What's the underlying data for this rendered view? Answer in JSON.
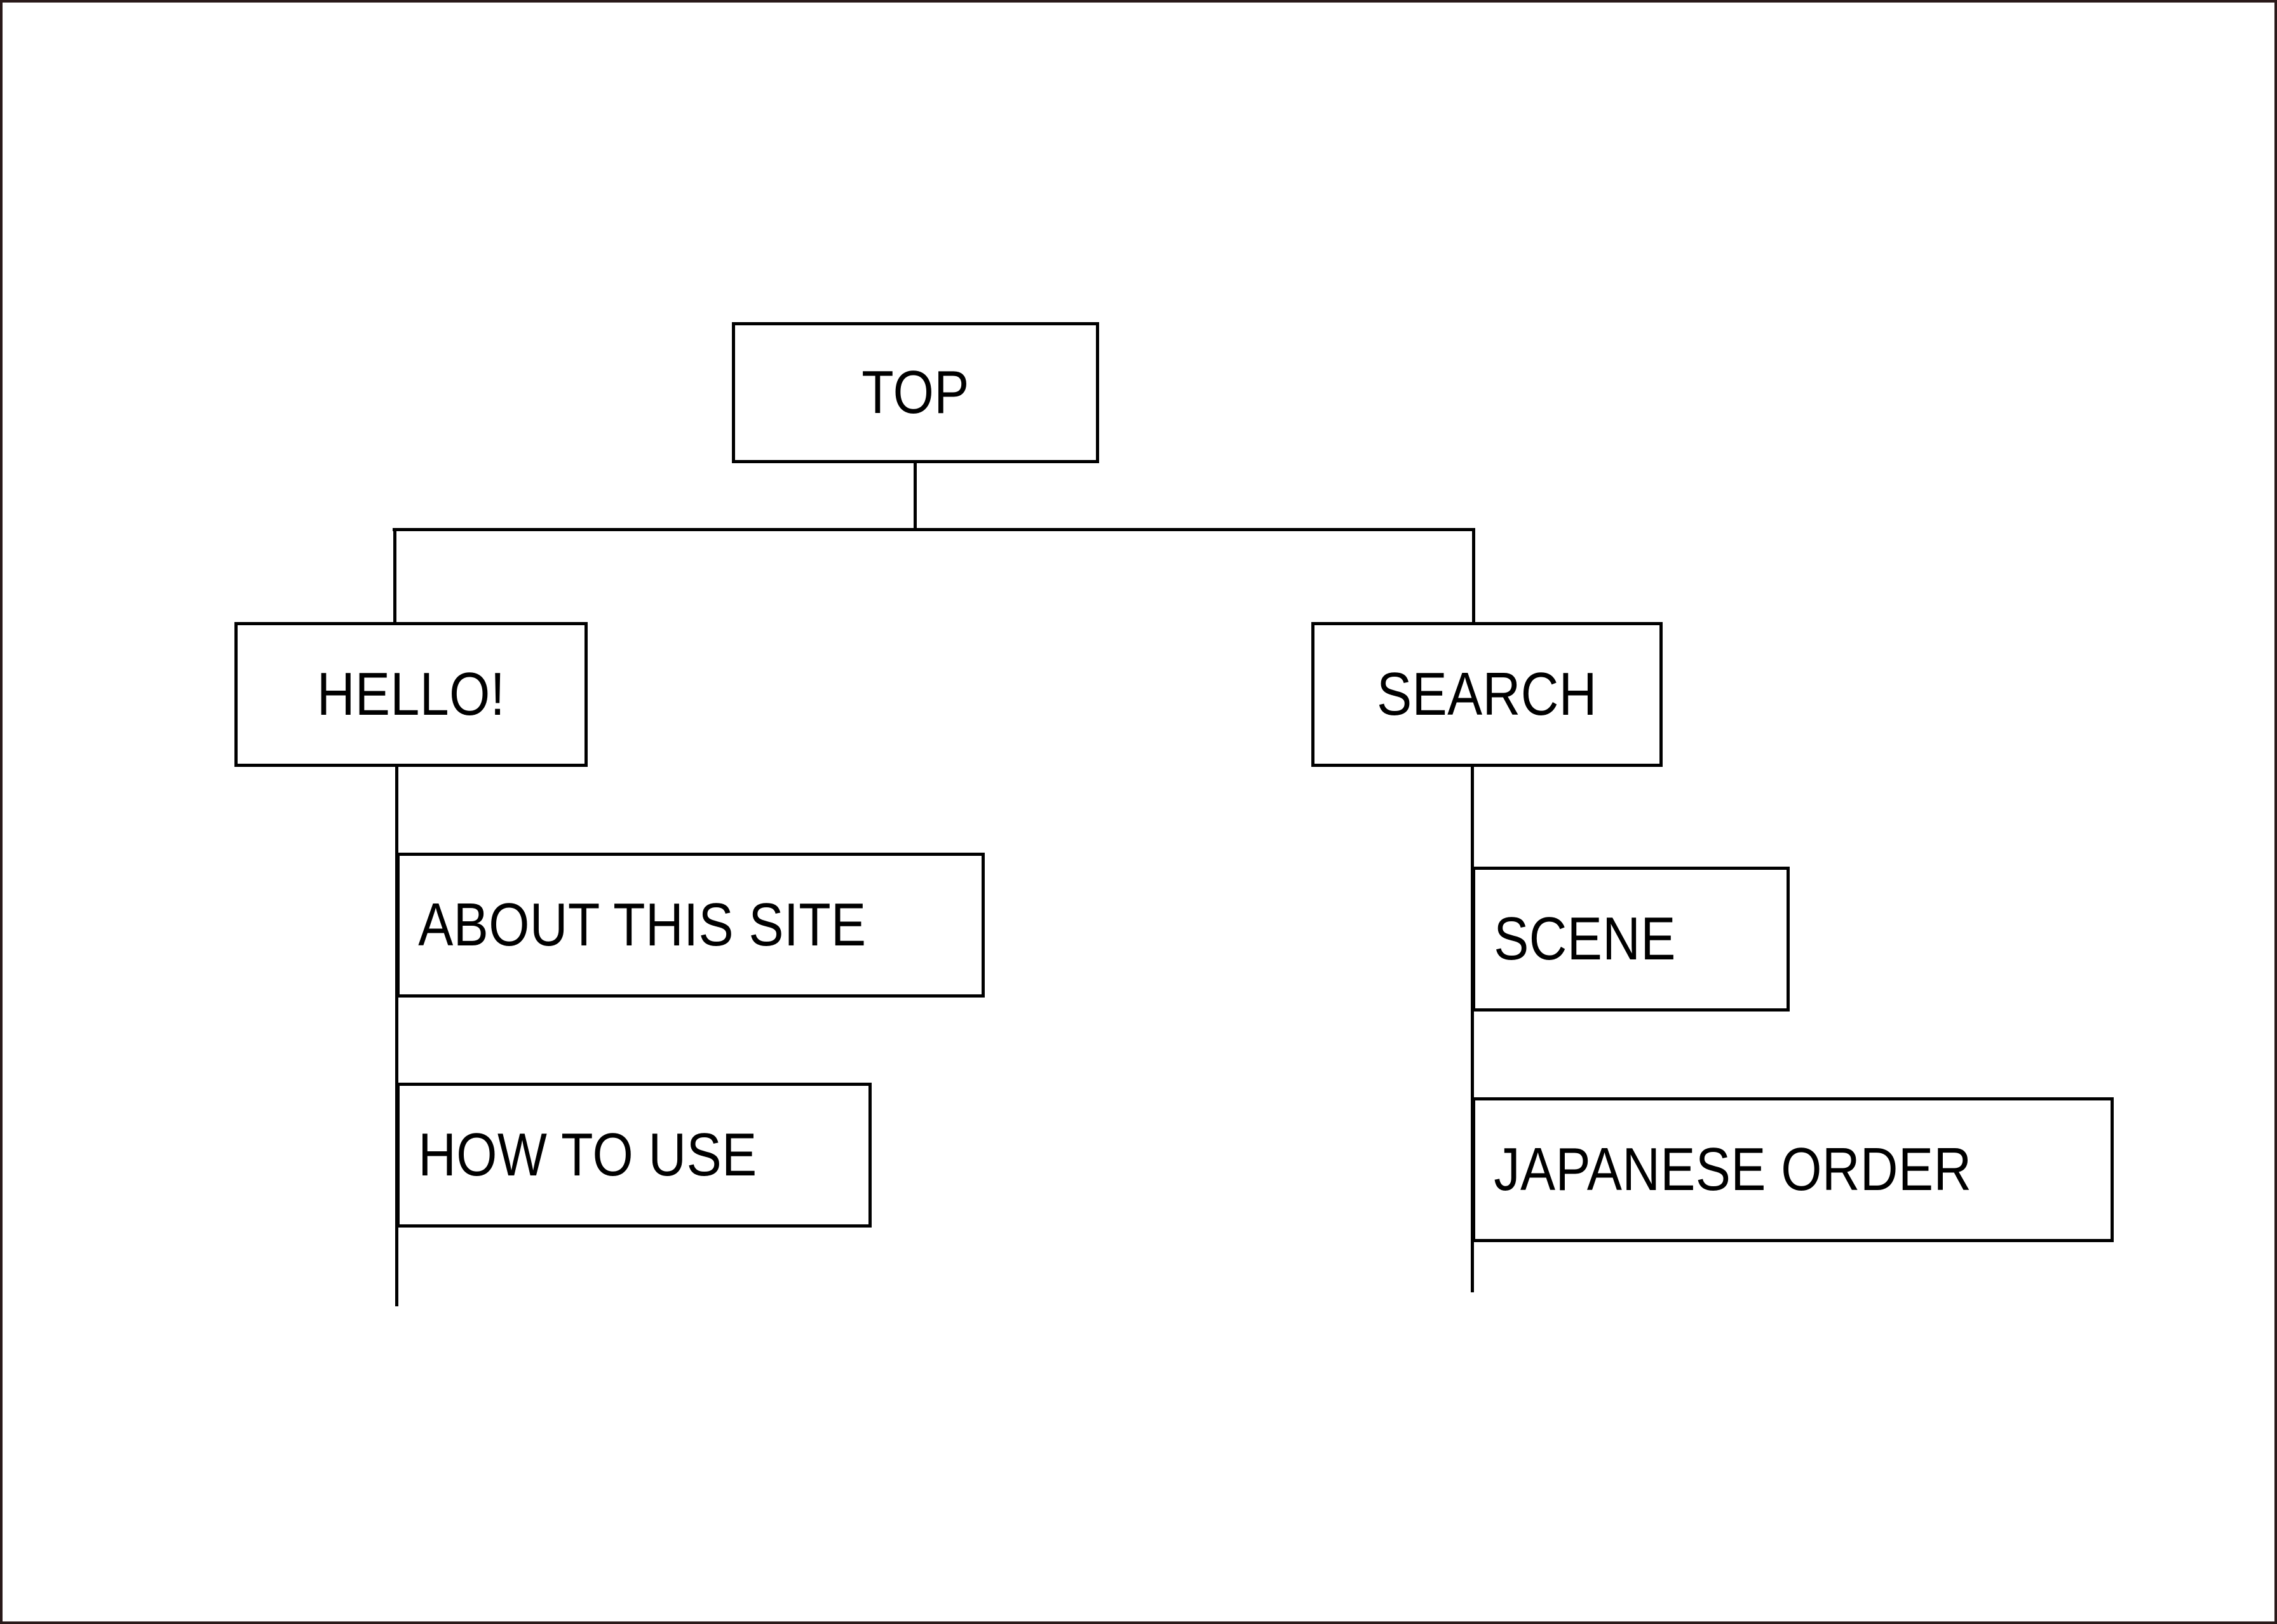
{
  "diagram": {
    "type": "sitemap-tree",
    "title": "",
    "orientation": "top-down",
    "background_color": "#ffffff",
    "line_color": "#000000",
    "border_color": "#2a1a1a",
    "nodes": {
      "root": {
        "label": "TOP"
      },
      "branch_left": {
        "label": "HELLO!"
      },
      "branch_right": {
        "label": "SEARCH"
      },
      "left_children": [
        {
          "label": "ABOUT THIS SITE"
        },
        {
          "label": "HOW TO USE"
        }
      ],
      "right_children": [
        {
          "label": "SCENE"
        },
        {
          "label": "JAPANESE ORDER"
        }
      ]
    },
    "edges": [
      {
        "from": "TOP",
        "to": "HELLO!"
      },
      {
        "from": "TOP",
        "to": "SEARCH"
      },
      {
        "from": "HELLO!",
        "to": "ABOUT THIS SITE"
      },
      {
        "from": "HELLO!",
        "to": "HOW TO USE"
      },
      {
        "from": "SEARCH",
        "to": "SCENE"
      },
      {
        "from": "SEARCH",
        "to": "JAPANESE ORDER"
      }
    ]
  }
}
